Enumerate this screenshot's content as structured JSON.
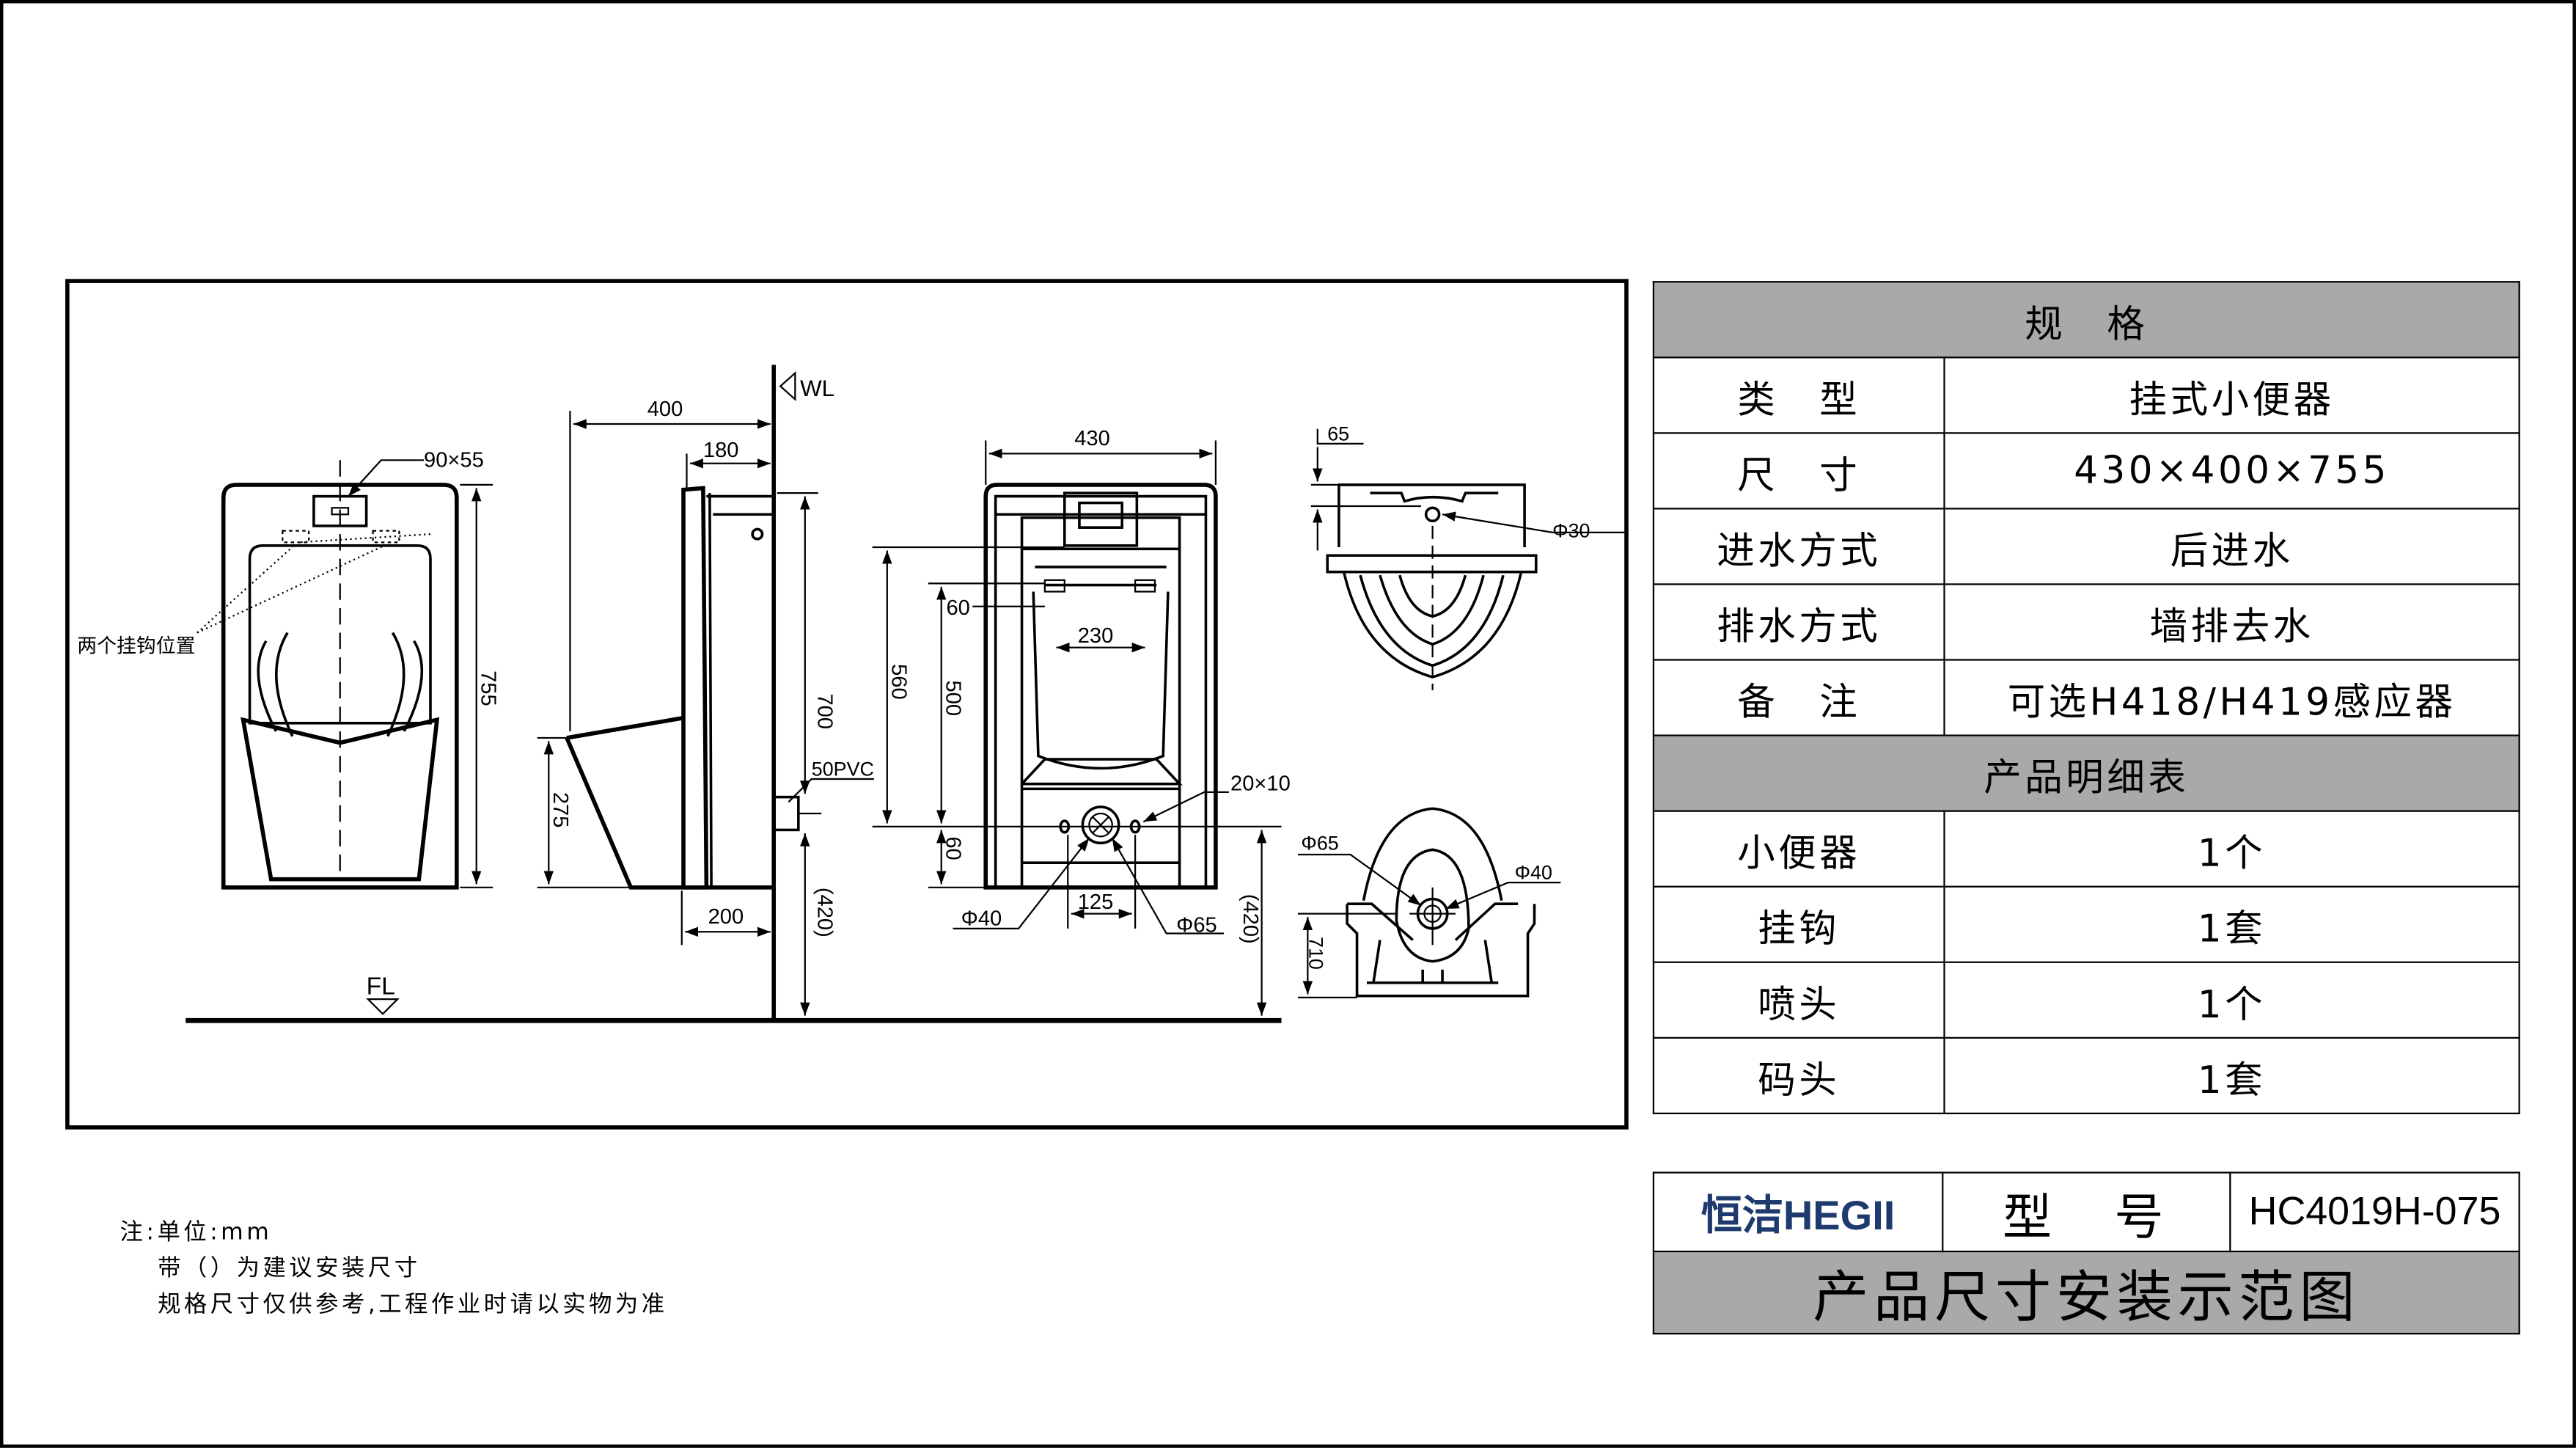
{
  "drawing": {
    "wl": "WL",
    "fl": "FL",
    "hook_label": "两个挂钩位置",
    "sensor": "90×55",
    "front": {
      "h755": "755"
    },
    "side": {
      "d400": "400",
      "d180": "180",
      "d275": "275",
      "d700": "700",
      "pipe": "50PVC",
      "d420": "(420)",
      "d200": "200"
    },
    "rear": {
      "w430": "430",
      "d560": "560",
      "d500": "500",
      "d60a": "60",
      "d230": "230",
      "d60b": "60",
      "slot": "20×10",
      "phi40": "Φ40",
      "d125": "125",
      "phi65": "Φ65",
      "d420": "(420)"
    },
    "top": {
      "d65": "65",
      "phi30": "Φ30"
    },
    "bottom": {
      "phi65": "Φ65",
      "phi40": "Φ40",
      "d710": "710"
    }
  },
  "spec": {
    "title": "规　格",
    "rows": [
      {
        "k": "类　型",
        "v": "挂式小便器"
      },
      {
        "k": "尺　寸",
        "v": "430×400×755"
      },
      {
        "k": "进水方式",
        "v": "后进水"
      },
      {
        "k": "排水方式",
        "v": "墙排去水"
      },
      {
        "k": "备　注",
        "v": "可选H418/H419感应器"
      }
    ],
    "parts_title": "产品明细表",
    "parts": [
      {
        "k": "小便器",
        "v": "1个"
      },
      {
        "k": "挂钩",
        "v": "1套"
      },
      {
        "k": "喷头",
        "v": "1个"
      },
      {
        "k": "码头",
        "v": "1套"
      }
    ]
  },
  "titleblock": {
    "brand": "恒洁HEGII",
    "model_label": "型　号",
    "model": "HC4019H-075",
    "title": "产品尺寸安装示范图"
  },
  "notes": [
    "注:单位:mm",
    "带（）为建议安装尺寸",
    "规格尺寸仅供参考,工程作业时请以实物为准"
  ]
}
